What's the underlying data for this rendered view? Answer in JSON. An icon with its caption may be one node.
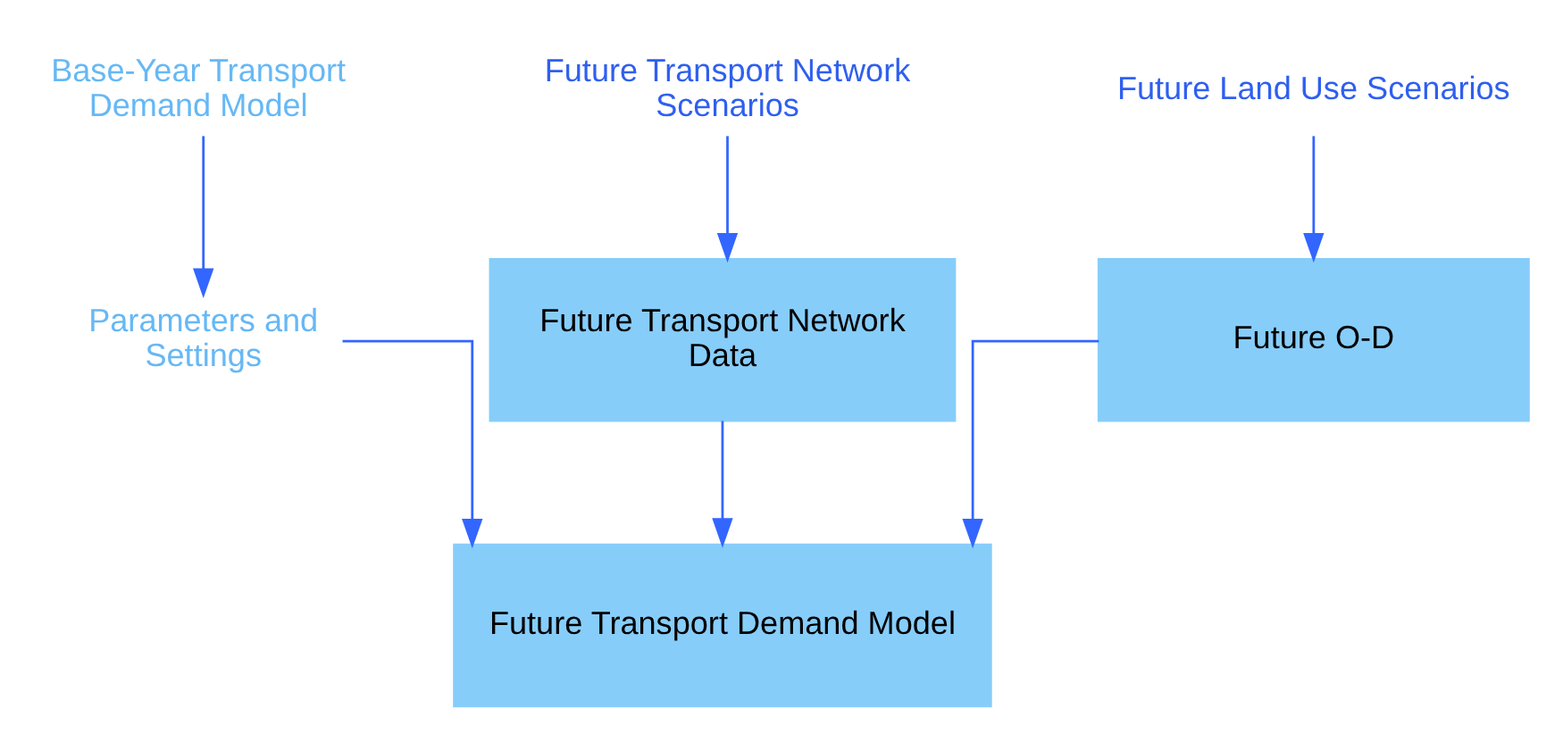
{
  "diagram": {
    "nodes": [
      {
        "text": [
          "Base-Year Transport Demand Model"
        ]
      },
      {
        "text": [
          "Future Transport Network Scenarios"
        ]
      },
      {
        "text": [
          "Future Land Use Scenarios"
        ]
      },
      {
        "text": [
          "Parameters and Settings"
        ]
      },
      {
        "text": [
          "Future Transport Network Data"
        ]
      },
      {
        "text": [
          "Future O-D"
        ]
      },
      {
        "text": [
          "Future Transport Demand Model"
        ]
      }
    ],
    "edges": [
      {
        "from": 0,
        "to": 3,
        "arrow": "to"
      },
      {
        "from": 1,
        "to": 4,
        "arrow": "to"
      },
      {
        "from": 2,
        "to": 5,
        "arrow": "to"
      },
      {
        "from": 4,
        "to": 6,
        "arrow": "to"
      },
      {
        "from": 5,
        "to": 6,
        "arrow": "to"
      },
      {
        "from": 3,
        "to": 6,
        "arrow": "to"
      }
    ]
  }
}
